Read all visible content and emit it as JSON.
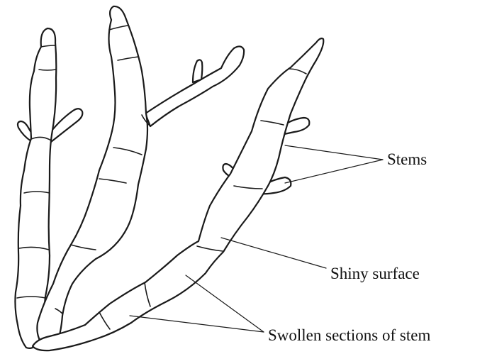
{
  "labels": {
    "stems": "Stems",
    "shiny_surface": "Shiny surface",
    "swollen_sections": "Swollen sections of stem"
  },
  "colors": {
    "ink": "#1a1a1a",
    "background": "#ffffff"
  }
}
